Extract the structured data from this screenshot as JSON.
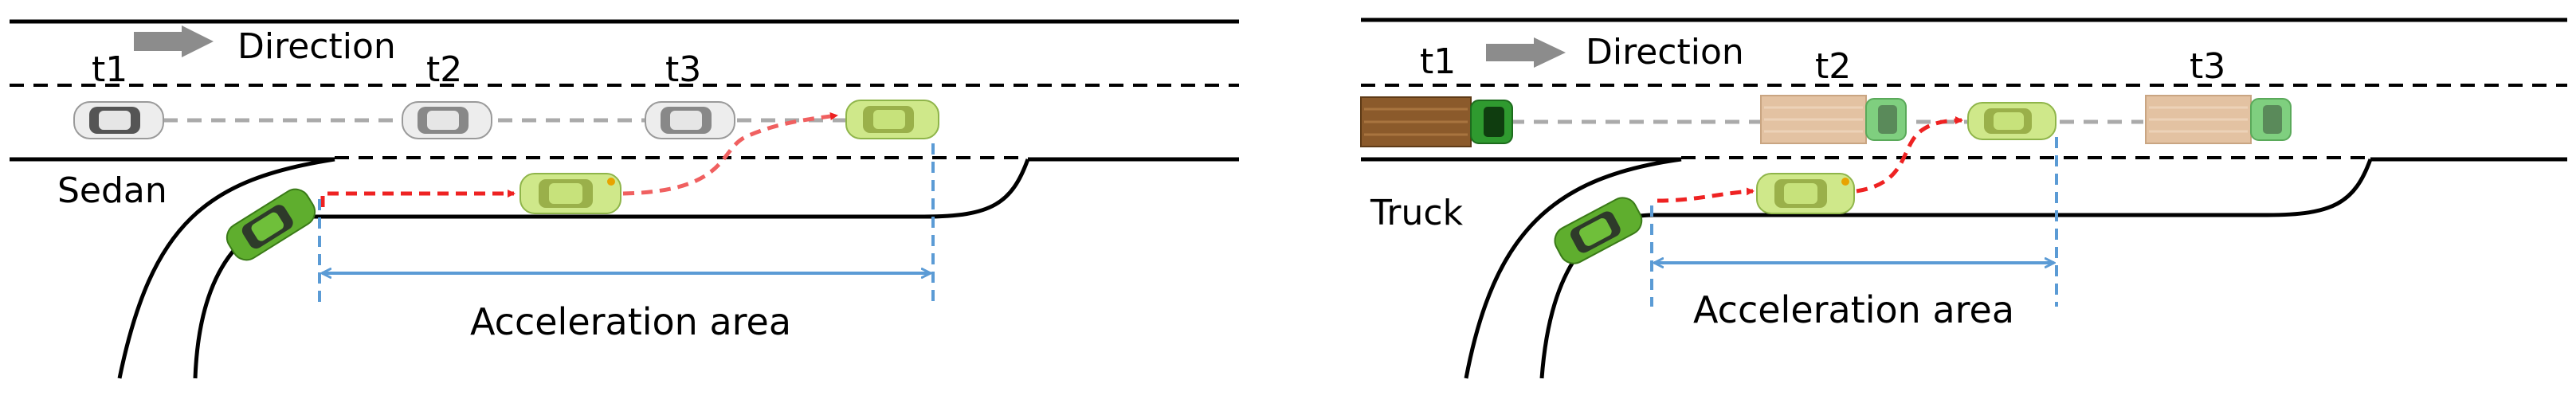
{
  "colors": {
    "road": "#000000",
    "lane_dash": "#000000",
    "trajectory": "#ee2222",
    "track": "#aaaaaa",
    "measure": "#5b9bd5",
    "arrow": "#8c8c8c",
    "merging_car": "#7cc24a",
    "light_car": "#cfe88a",
    "sedan": "#eaeaea",
    "truck_dark": "#8b5a2b",
    "truck_light": "#e3c2a2",
    "cab": "#5cc15c"
  },
  "panels": [
    {
      "vehicle_label": "Sedan",
      "direction_label": "Direction",
      "time_labels": [
        "t1",
        "t2",
        "t3"
      ],
      "area_label": "Acceleration area"
    },
    {
      "vehicle_label": "Truck",
      "direction_label": "Direction",
      "time_labels": [
        "t1",
        "t2",
        "t3"
      ],
      "area_label": "Acceleration area"
    }
  ]
}
